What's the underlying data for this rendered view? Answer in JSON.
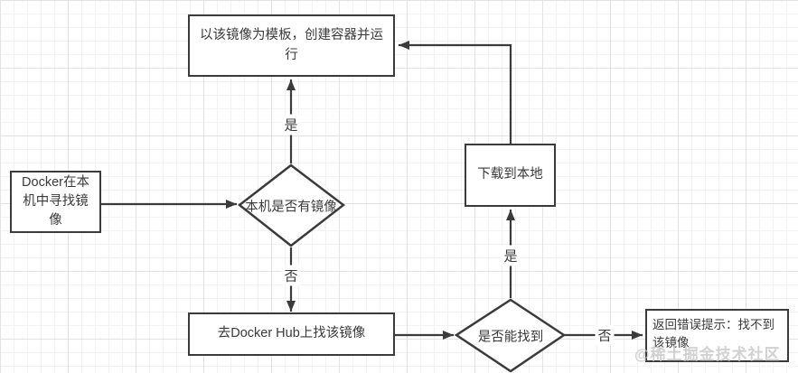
{
  "diagram": {
    "type": "flowchart",
    "nodes": {
      "create_container": {
        "label": "以该镜像为模板，创建容器并运行",
        "shape": "rect"
      },
      "find_local": {
        "label": "Docker在本机中寻找镜像",
        "shape": "rect"
      },
      "has_image": {
        "label": "本机是否有镜像",
        "shape": "diamond"
      },
      "download_local": {
        "label": "下载到本地",
        "shape": "rect"
      },
      "search_hub": {
        "label": "去Docker Hub上找该镜像",
        "shape": "rect"
      },
      "can_find": {
        "label": "是否能找到",
        "shape": "diamond"
      },
      "error_message": {
        "label": "返回错误提示：找不到该镜像",
        "shape": "rect"
      }
    },
    "edges": [
      {
        "from": "find_local",
        "to": "has_image",
        "label": ""
      },
      {
        "from": "has_image",
        "to": "create_container",
        "label": "是"
      },
      {
        "from": "has_image",
        "to": "search_hub",
        "label": "否"
      },
      {
        "from": "search_hub",
        "to": "can_find",
        "label": ""
      },
      {
        "from": "can_find",
        "to": "download_local",
        "label": "是"
      },
      {
        "from": "can_find",
        "to": "error_message",
        "label": "否"
      },
      {
        "from": "download_local",
        "to": "create_container",
        "label": ""
      }
    ],
    "edge_labels": {
      "has_image_yes": "是",
      "has_image_no": "否",
      "can_find_yes": "是",
      "can_find_no": "否"
    },
    "watermark": "@稀土掘金技术社区",
    "colors": {
      "stroke": "#3b3b3b",
      "text": "#3a3a3a",
      "grid_minor": "#f2f2f2",
      "grid_major": "#e3e3e3",
      "watermark_gray": "#c9c9c9",
      "background": "#ffffff"
    }
  }
}
